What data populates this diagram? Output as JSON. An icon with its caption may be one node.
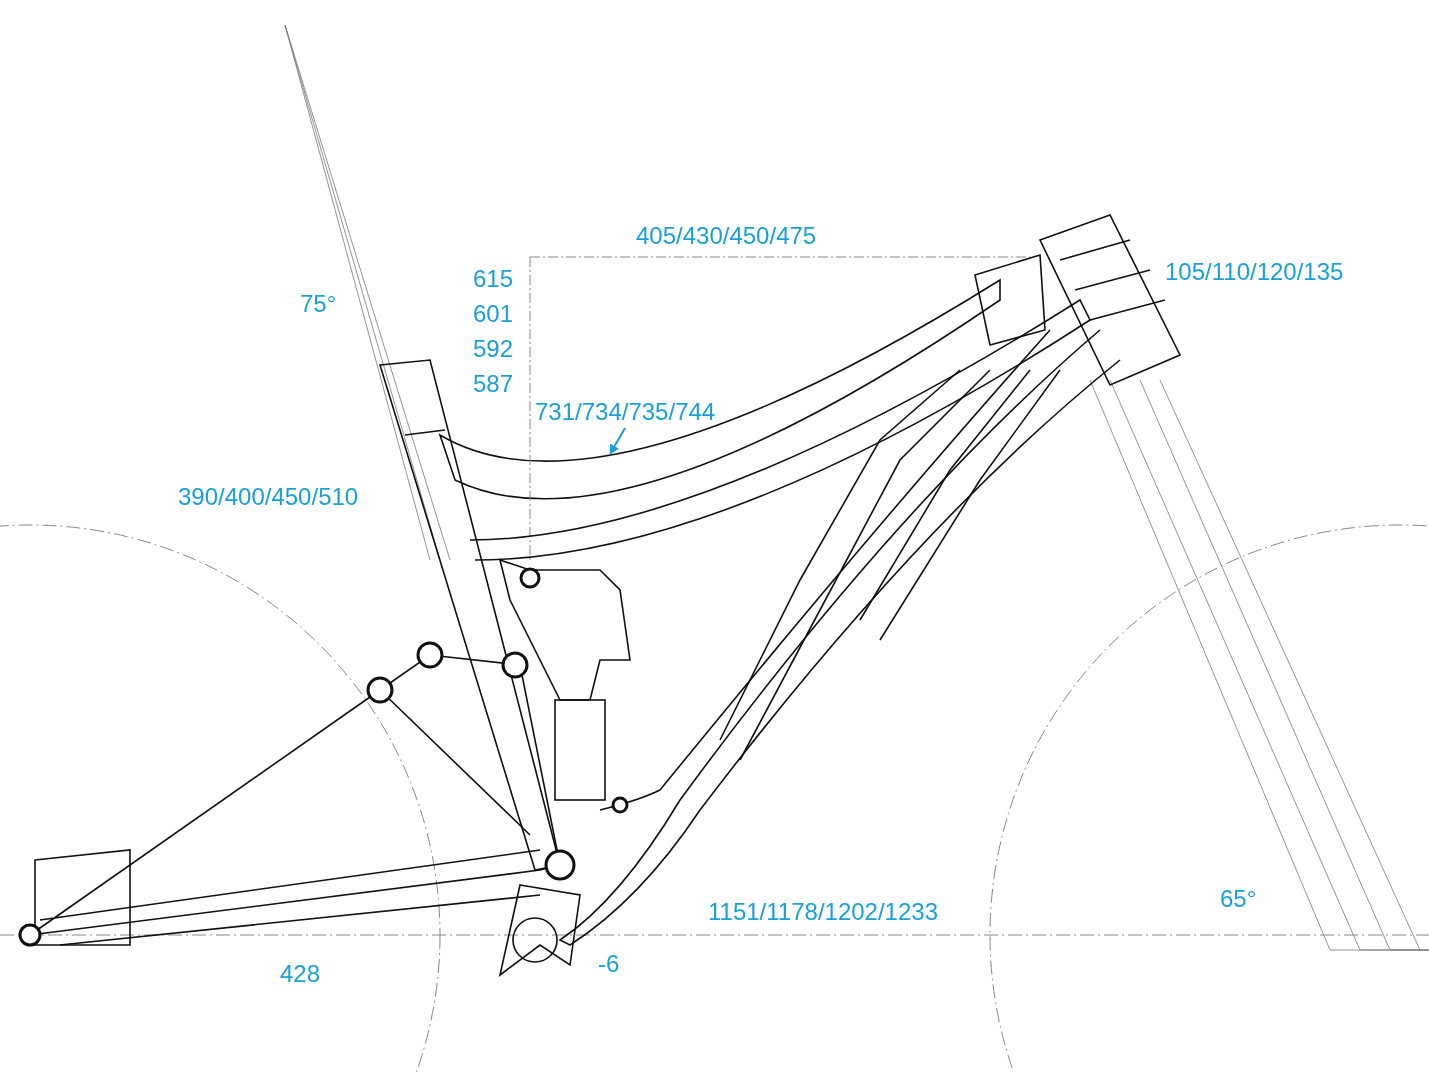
{
  "diagram": {
    "nodes": [
      {
        "text": [
          "731/734/735/744"
        ]
      },
      {
        "text": [],
        "shape": "bar"
      }
    ],
    "edges": [
      {
        "from": 0,
        "to": 1,
        "arrow": "to",
        "color": "#1aa0d8"
      }
    ],
    "labels": [
      "405/430/450/475",
      "105/110/120/135",
      "75°",
      "615",
      "601",
      "592",
      "587",
      "390/400/450/510",
      "1151/1178/1202/1233",
      "65°",
      "428",
      "-6"
    ]
  }
}
